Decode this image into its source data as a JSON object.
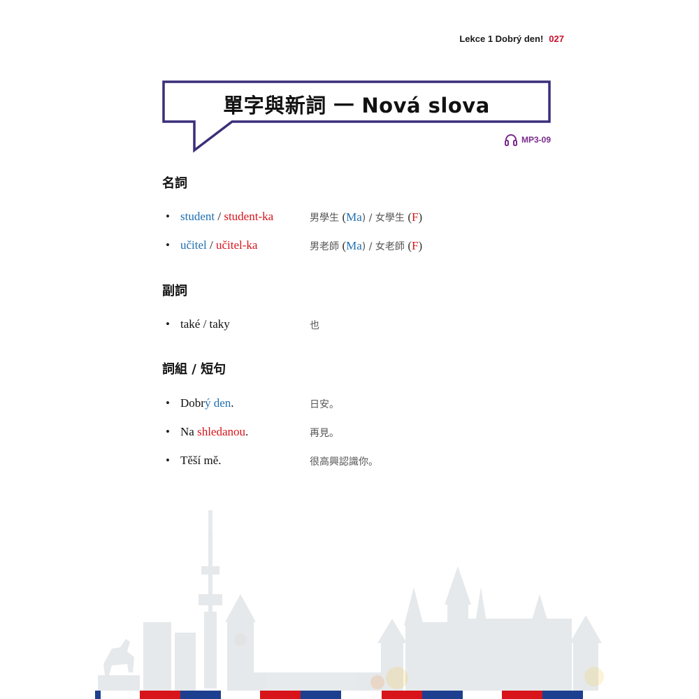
{
  "header": {
    "running_title": "Lekce 1  Dobrý den!",
    "page_number": "027"
  },
  "title": {
    "text": "單字與新詞 一 Nová slova"
  },
  "audio": {
    "icon": "headphones-icon",
    "label": "MP3-09"
  },
  "colors": {
    "masculine": "#1f6fb2",
    "feminine": "#d7141a",
    "frame": "#3b2f7a",
    "audio": "#7a2b8c"
  },
  "sections": [
    {
      "heading": "名詞",
      "entries": [
        {
          "term": [
            "student",
            " / ",
            "student",
            "-ka"
          ],
          "gloss": [
            "男學生 ",
            "(",
            "Ma",
            ") / 女學生 ",
            "(",
            "F",
            ")"
          ]
        },
        {
          "term": [
            "učitel",
            " / ",
            "učitel",
            "-ka"
          ],
          "gloss": [
            "男老師 ",
            "(",
            "Ma",
            ") / 女老師 ",
            "(",
            "F",
            ")"
          ]
        }
      ]
    },
    {
      "heading": "副詞",
      "entries": [
        {
          "term": "také / taky",
          "gloss": "也"
        }
      ]
    },
    {
      "heading": "詞組 / 短句",
      "entries": [
        {
          "term": [
            "Dobr",
            "ý",
            " ",
            "den",
            "."
          ],
          "gloss": "日安。"
        },
        {
          "term": [
            "Na ",
            "shledanou",
            "."
          ],
          "gloss": "再見。"
        },
        {
          "term": "Těší mě.",
          "gloss": "很高興認識你。"
        }
      ]
    }
  ]
}
